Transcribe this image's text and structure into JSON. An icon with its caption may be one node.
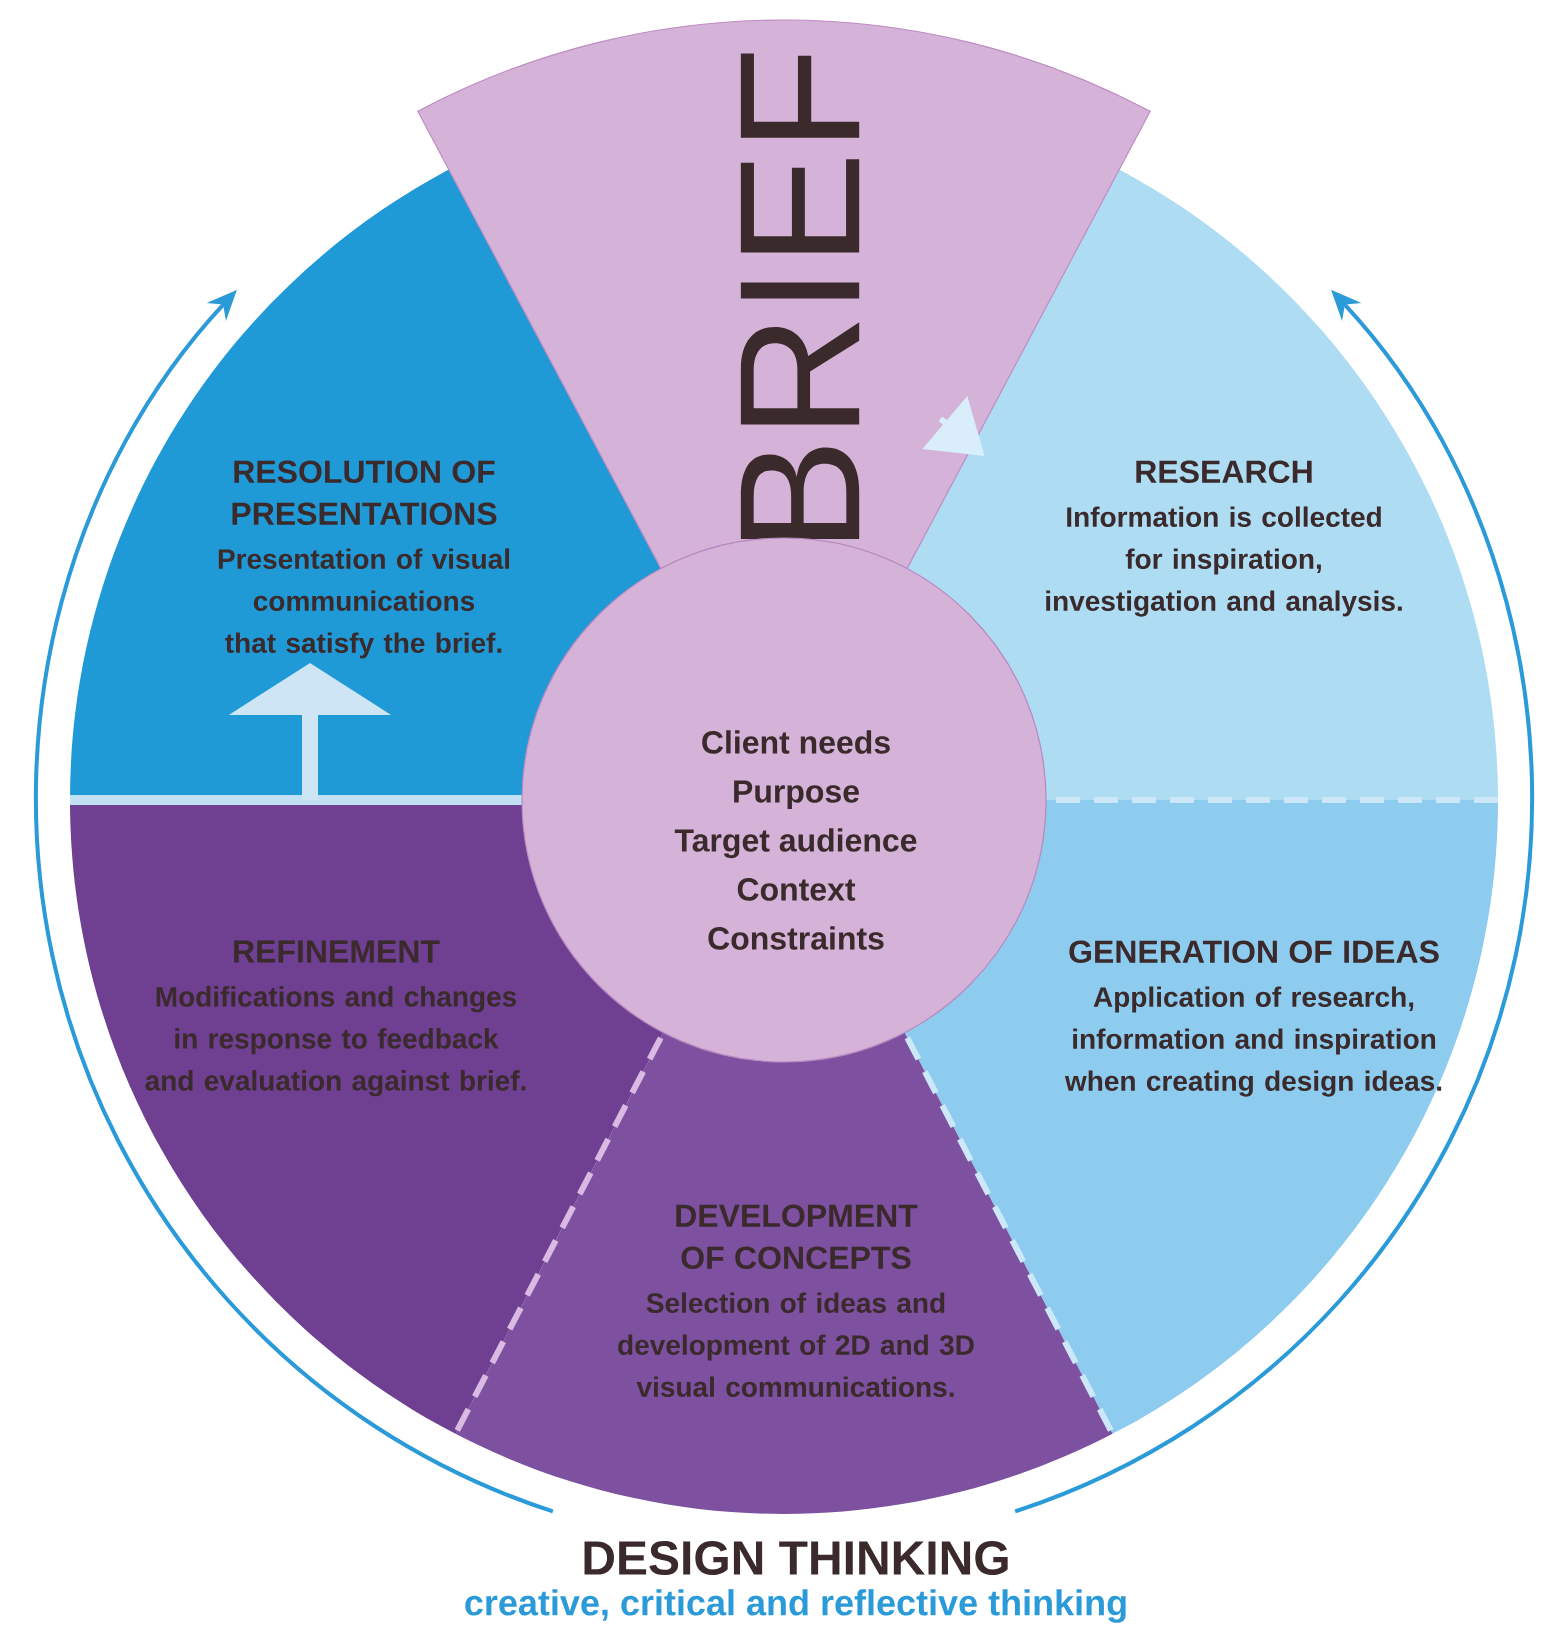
{
  "diagram": {
    "title": "DESIGN THINKING",
    "caption": "creative, critical and reflective thinking",
    "nodes": [
      {
        "text": [
          "BRIEF"
        ]
      },
      {
        "text": [
          "Client needs",
          "Purpose",
          "Target audience",
          "Context",
          "Constraints"
        ]
      },
      {
        "text": [
          "RESEARCH",
          "Information is collected for inspiration, investigation and analysis."
        ]
      },
      {
        "text": [
          "GENERATION OF IDEAS",
          "Application of research, information and inspiration when creating design ideas."
        ]
      },
      {
        "text": [
          "DEVELOPMENT OF CONCEPTS",
          "Selection of ideas and development of 2D and 3D visual communications."
        ]
      },
      {
        "text": [
          "REFINEMENT",
          "Modifications and changes in response to feedback and evaluation against brief."
        ]
      },
      {
        "text": [
          "RESOLUTION OF PRESENTATIONS",
          "Presentation of visual communications that satisfy the brief."
        ]
      }
    ],
    "edges": [
      {
        "from": 0,
        "to": 2,
        "arrow": "to"
      },
      {
        "from": 5,
        "to": 6,
        "arrow": "to",
        "style": "thick"
      }
    ]
  }
}
